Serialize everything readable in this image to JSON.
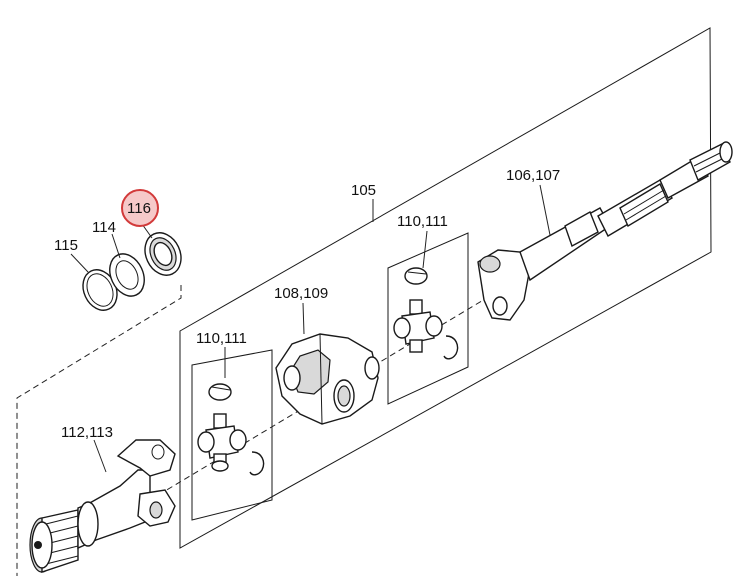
{
  "diagram": {
    "labels": {
      "p105": "105",
      "p106_107": "106,107",
      "p108_109": "108,109",
      "p110_111_right": "110,111",
      "p110_111_left": "110,111",
      "p112_113": "112,113",
      "p114": "114",
      "p115": "115",
      "p116": "116"
    },
    "highlight": {
      "part": "116",
      "fill_color": "#f6c9c9",
      "stroke_color": "#d23a3a"
    }
  }
}
